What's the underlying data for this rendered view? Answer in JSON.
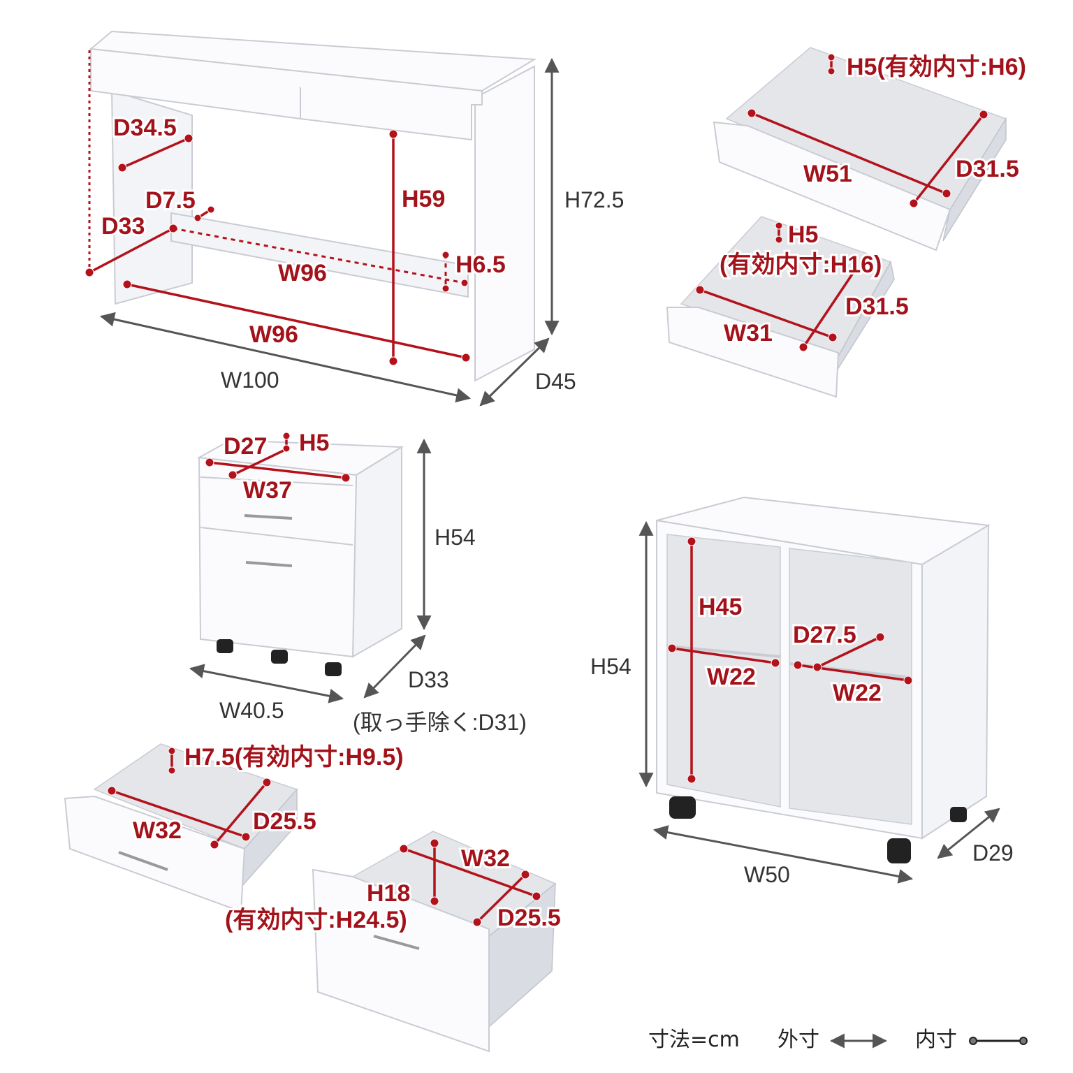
{
  "desk": {
    "outer": {
      "height": "H72.5",
      "width": "W100",
      "depth": "D45"
    },
    "inner": {
      "d_side": "D34.5",
      "d_shelf": "D7.5",
      "d_lower": "D33",
      "h_leg": "H59",
      "h_shelf": "H6.5",
      "w_shelf": "W96",
      "w_bottom": "W96"
    }
  },
  "desk_drawer_large": {
    "h": "H5(有効内寸:H6)",
    "w": "W51",
    "d": "D31.5"
  },
  "desk_drawer_small": {
    "h": "H5",
    "h_note": "(有効内寸:H16)",
    "w": "W31",
    "d": "D31.5"
  },
  "wagon": {
    "inner": {
      "d": "D27",
      "h": "H5",
      "w": "W37"
    },
    "outer": {
      "height": "H54",
      "width": "W40.5",
      "depth": "D33",
      "depth_note": "(取っ手除く:D31)"
    }
  },
  "wagon_drawer_top": {
    "h": "H7.5(有効内寸:H9.5)",
    "w": "W32",
    "d": "D25.5"
  },
  "wagon_drawer_bottom": {
    "w": "W32",
    "h": "H18",
    "h_note": "(有効内寸:H24.5)",
    "d": "D25.5"
  },
  "rack": {
    "inner": {
      "h": "H45",
      "d": "D27.5",
      "w_left": "W22",
      "w_right": "W22"
    },
    "outer": {
      "height": "H54",
      "width": "W50",
      "depth": "D29"
    }
  },
  "legend": {
    "unit": "寸法=cm",
    "outer": "外寸",
    "inner": "内寸"
  },
  "colors": {
    "inner_dim": "#b3121b",
    "outer_dim": "#555555"
  }
}
